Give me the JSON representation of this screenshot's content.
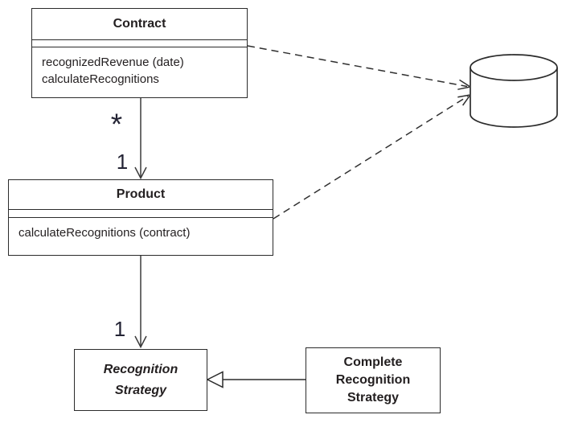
{
  "diagram": {
    "title": "UML class diagram - revenue recognition strategy",
    "colors": {
      "background": "#ffffff",
      "line": "#3a3a3a",
      "box_border": "#2b2b2b",
      "text": "#231f20",
      "multiplicity_text": "#232334"
    },
    "icons": {
      "database": "database-cylinder-icon"
    },
    "classes": {
      "contract": {
        "title": "Contract",
        "operations": [
          "recognizedRevenue (date)",
          "calculateRecognitions"
        ]
      },
      "product": {
        "title": "Product",
        "operations": [
          "calculateRecognitions (contract)"
        ]
      },
      "recognition_strategy": {
        "lines": [
          "Recognition",
          "Strategy"
        ],
        "abstract": true
      },
      "complete_recognition_strategy": {
        "lines": [
          "Complete",
          "Recognition",
          "Strategy"
        ]
      }
    },
    "labels": {
      "contract_end_multiplicity": "*",
      "product_end_multiplicity": "1",
      "strategy_end_multiplicity": "1"
    }
  }
}
